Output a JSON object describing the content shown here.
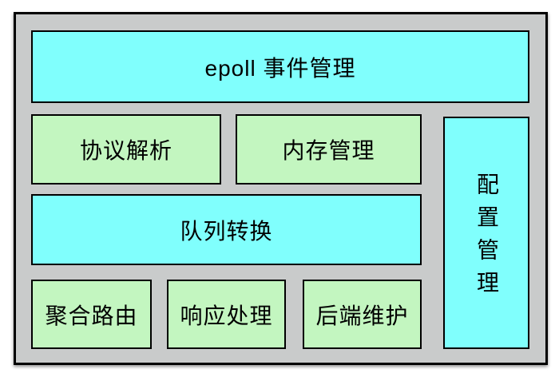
{
  "diagram": {
    "blocks": {
      "epoll": {
        "label": "epoll 事件管理",
        "fill": "cyan"
      },
      "protocol": {
        "label": "协议解析",
        "fill": "green"
      },
      "memory": {
        "label": "内存管理",
        "fill": "green"
      },
      "queue": {
        "label": "队列转换",
        "fill": "cyan"
      },
      "aggregate": {
        "label": "聚合路由",
        "fill": "green"
      },
      "response": {
        "label": "响应处理",
        "fill": "green"
      },
      "backend": {
        "label": "后端维护",
        "fill": "green"
      },
      "config": {
        "label": "配置管理",
        "fill": "cyan",
        "orientation": "vertical"
      }
    },
    "colors": {
      "cyan": "#80FFFD",
      "green": "#C3F6C0",
      "container_gray": "#C9CBCB",
      "border_black": "#000000",
      "page_background": "#FFFFFF"
    }
  }
}
